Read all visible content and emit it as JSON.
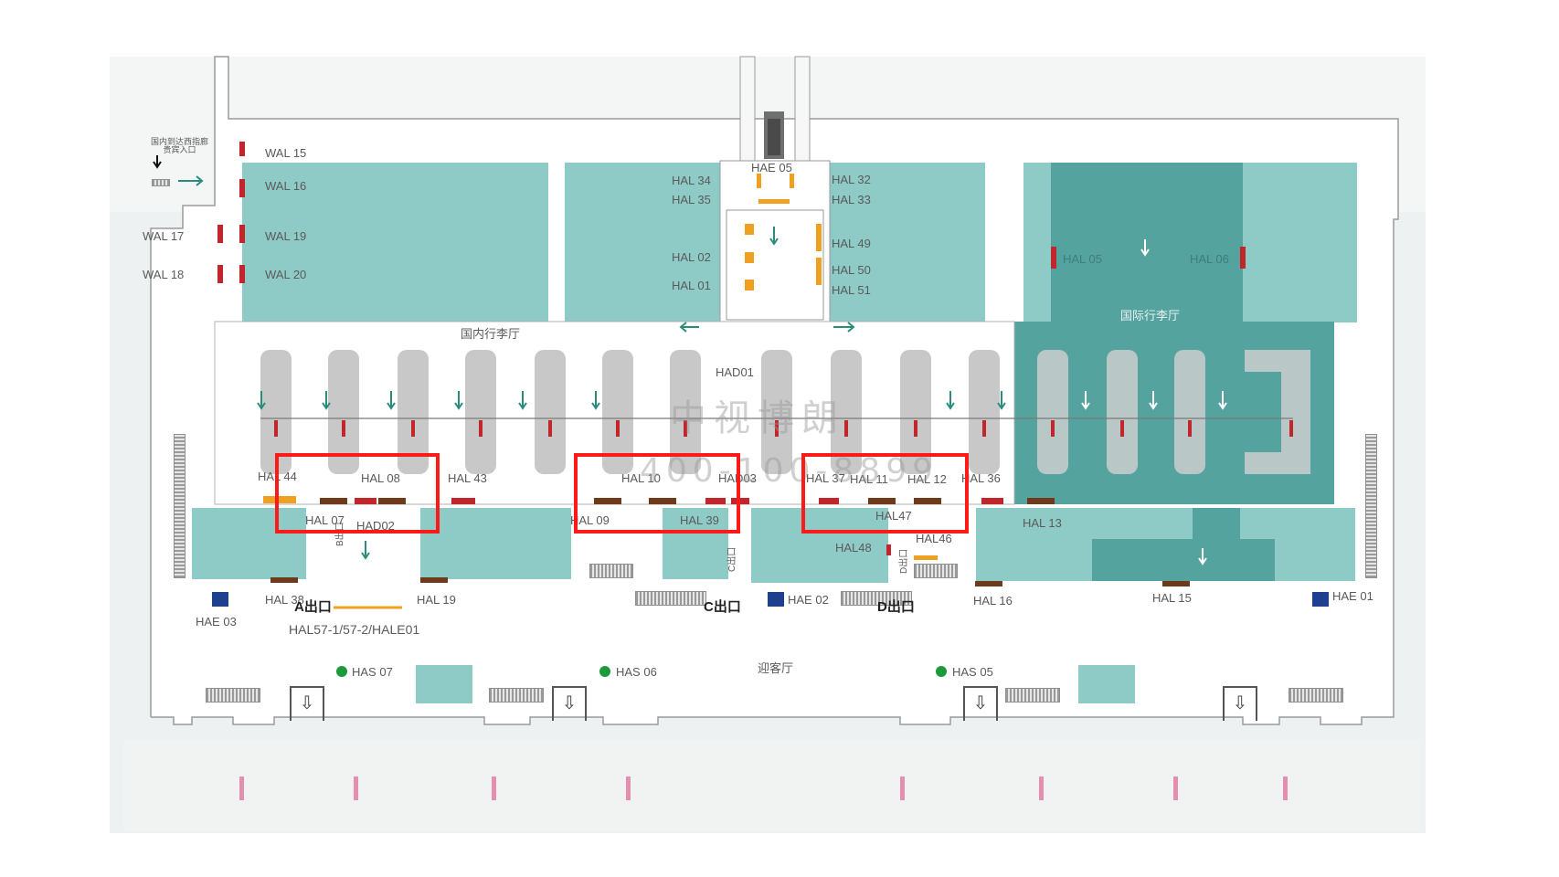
{
  "colors": {
    "teal_light": "#8ecbc6",
    "teal_dark": "#55a39f",
    "carousel": "#c8c8c8",
    "ad_red": "#c0262c",
    "ad_brown": "#6e3a1c",
    "ad_orange": "#f0a020",
    "exit_blue": "#1f3f8f",
    "has_green": "#1a9a3a",
    "highlight": "#ff1a1a",
    "pink_marker": "#e58fb0"
  },
  "labels": {
    "wal15": "WAL 15",
    "wal16": "WAL 16",
    "wal19": "WAL 19",
    "wal17": "WAL 17",
    "wal20": "WAL 20",
    "wal18": "WAL 18",
    "hal34": "HAL 34",
    "hal35": "HAL 35",
    "hae05": "HAE 05",
    "hal32": "HAL 32",
    "hal33": "HAL 33",
    "hal49": "HAL 49",
    "hal02": "HAL 02",
    "hal50": "HAL 50",
    "hal01": "HAL 01",
    "hal51": "HAL 51",
    "hal05": "HAL 05",
    "hal06": "HAL 06",
    "intl_hall": "国际行李厅",
    "dom_hall": "国内行李厅",
    "had01": "HAD01",
    "hal44": "HAL 44",
    "hal08": "HAL 08",
    "hal43": "HAL 43",
    "hal10": "HAL 10",
    "had03": "HAD03",
    "hal37": "HAL 37",
    "hal11": "HAL 11",
    "hal12": "HAL 12",
    "hal36": "HAL 36",
    "hal07": "HAL 07",
    "had02": "HAD02",
    "hal09": "HAL 09",
    "hal39": "HAL 39",
    "hal47": "HAL47",
    "hal13": "HAL 13",
    "hal48": "HAL48",
    "hal46": "HAL46",
    "hal38": "HAL 38",
    "exit_a": "A出口",
    "hal19": "HAL 19",
    "exit_c": "C出口",
    "hae02": "HAE 02",
    "exit_d": "D出口",
    "hal16": "HAL 16",
    "hal15": "HAL 15",
    "hae01": "HAE 01",
    "hae03": "HAE 03",
    "hal57": "HAL57-1/57-2/HALE01",
    "has07": "HAS 07",
    "has06": "HAS 06",
    "arrival_hall": "迎客厅",
    "has05": "HAS 05",
    "dom_exit_sign": "国内到达西指廊\n贵宾入口",
    "side_b": "B出口",
    "side_c": "C出口",
    "side_d": "D出口"
  },
  "watermark": {
    "line1": "中视博朗",
    "line2": "400-100-8899"
  }
}
